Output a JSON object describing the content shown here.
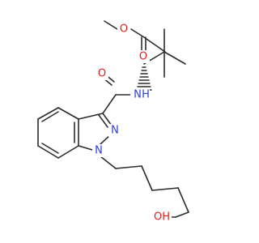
{
  "molecule": {
    "atoms": {
      "o_methoxy": "O",
      "o_carbonyl_ester": "O",
      "n_amide": "N",
      "h_amide": "H",
      "o_amide": "O",
      "n2_indazole": "N",
      "n1_indazole": "N",
      "o_hydroxyl": "OH"
    },
    "colors": {
      "bond": "#2b2b2b",
      "oxygen": "#e0201b",
      "nitrogen": "#2a3fd8",
      "background": "#ffffff"
    }
  }
}
